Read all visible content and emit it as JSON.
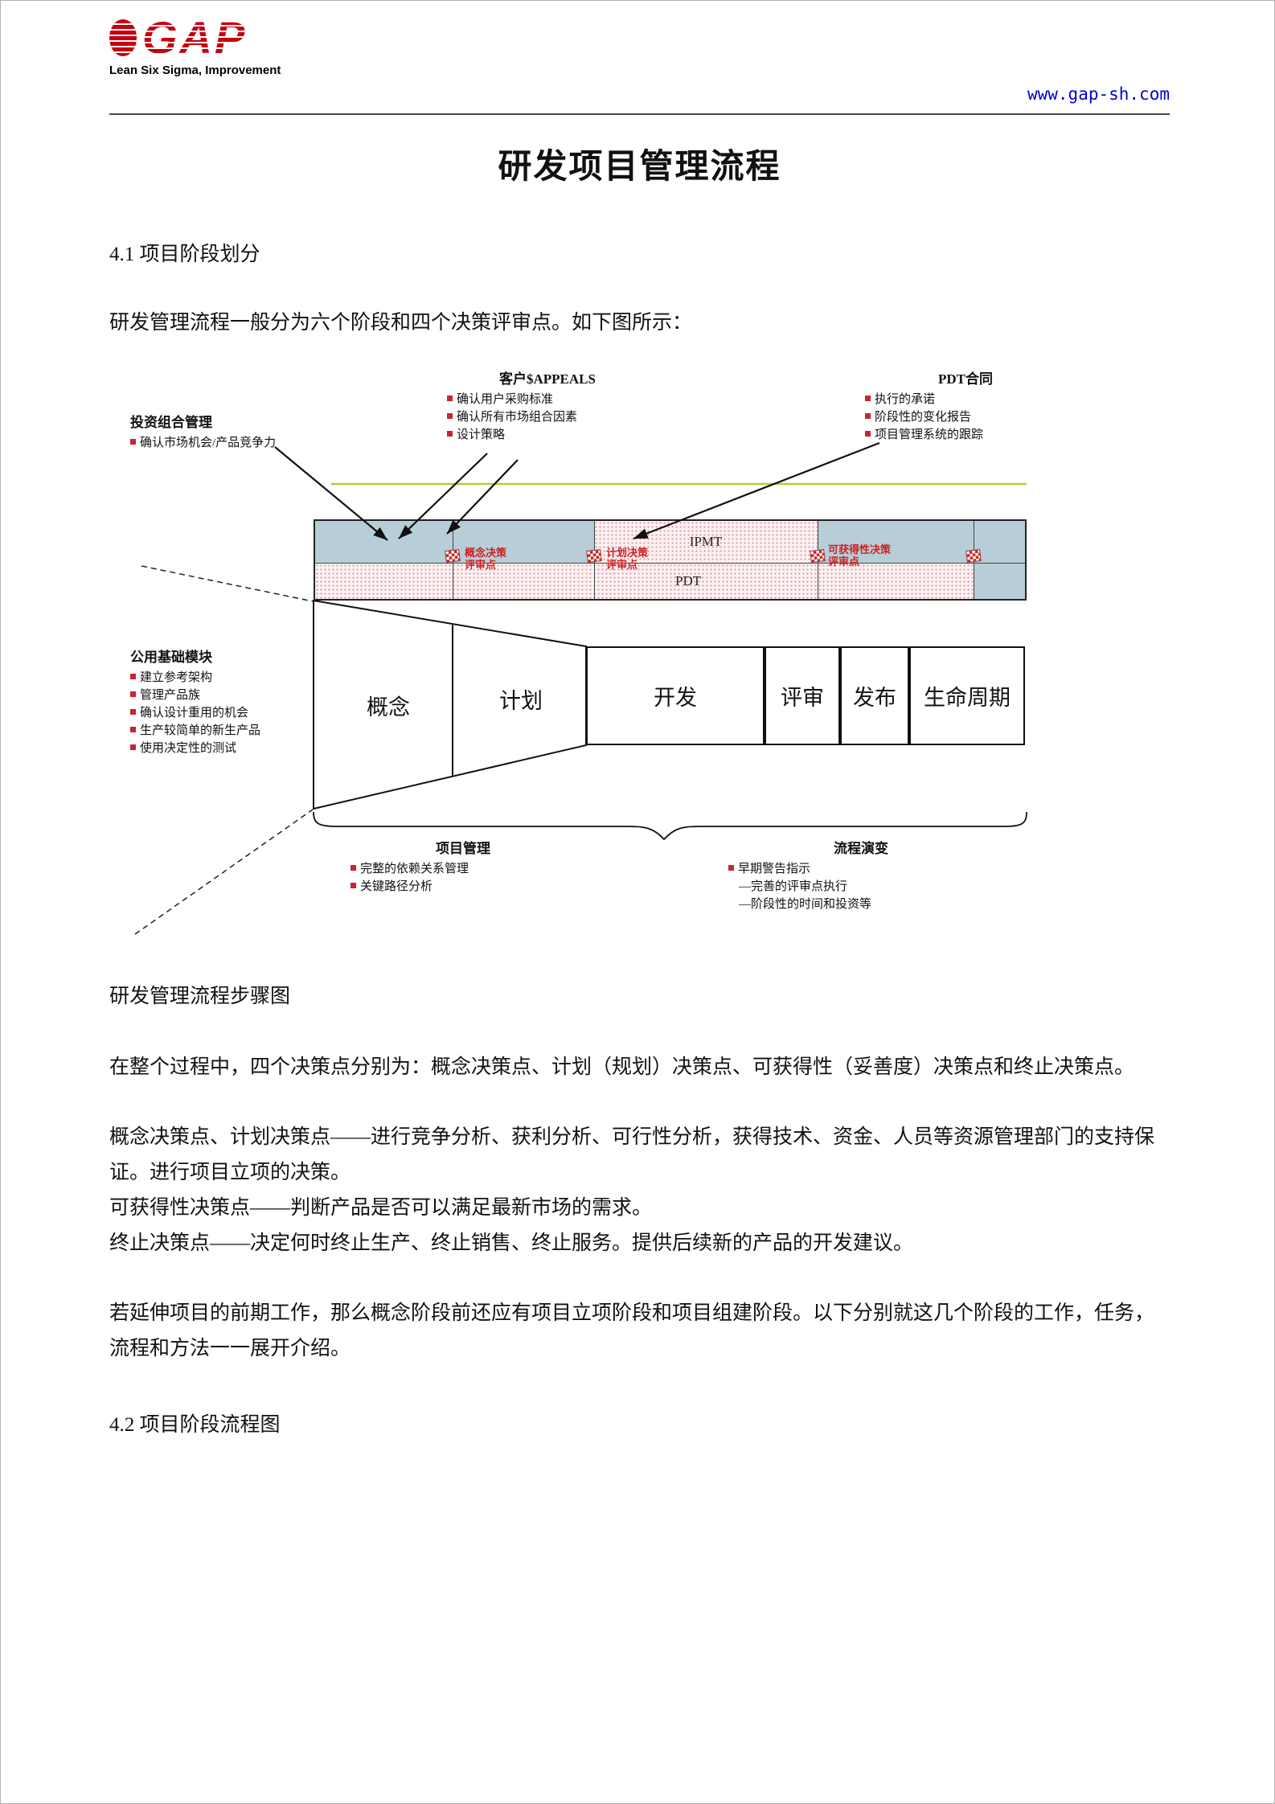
{
  "header": {
    "logo_text": "GAP",
    "logo_tagline": "Lean Six Sigma, Improvement",
    "website": "www.gap-sh.com"
  },
  "title": "研发项目管理流程",
  "sections": {
    "s41_heading": "4.1 项目阶段划分",
    "s41_intro": "研发管理流程一般分为六个阶段和四个决策评审点。如下图所示：",
    "s42_heading": "4.2 项目阶段流程图"
  },
  "diagram": {
    "caption": "研发管理流程步骤图",
    "bar": {
      "ipmt": "IPMT",
      "pdt": "PDT"
    },
    "stages": [
      "概念",
      "计划",
      "开发",
      "评审",
      "发布",
      "生命周期"
    ],
    "checkpoints": [
      {
        "line1": "概念决策",
        "line2": "评审点"
      },
      {
        "line1": "计划决策",
        "line2": "评审点"
      },
      {
        "line1": "可获得性决策",
        "line2": "评审点"
      }
    ],
    "annotations": {
      "customer": {
        "title": "客户$APPEALS",
        "items": [
          "确认用户采购标准",
          "确认所有市场组合因素",
          "设计策略"
        ]
      },
      "pdt_contract": {
        "title": "PDT合同",
        "items": [
          "执行的承诺",
          "阶段性的变化报告",
          "项目管理系统的跟踪"
        ]
      },
      "portfolio": {
        "title": "投资组合管理",
        "items": [
          "确认市场机会/产品竞争力"
        ]
      },
      "cbb": {
        "title": "公用基础模块",
        "items": [
          "建立参考架构",
          "管理产品族",
          "确认设计重用的机会",
          "生产较简单的新生产品",
          "使用决定性的测试"
        ]
      },
      "project_mgmt": {
        "title": "项目管理",
        "items": [
          "完整的依赖关系管理",
          "关键路径分析"
        ]
      },
      "process_evolution": {
        "title": "流程演变",
        "items": [
          "早期警告指示",
          "—完善的评审点执行",
          "—阶段性的时间和投资等"
        ]
      }
    }
  },
  "paragraphs": {
    "p1": "在整个过程中，四个决策点分别为：概念决策点、计划（规划）决策点、可获得性（妥善度）决策点和终止决策点。",
    "p2": "概念决策点、计划决策点——进行竞争分析、获利分析、可行性分析，获得技术、资金、人员等资源管理部门的支持保证。进行项目立项的决策。",
    "p3": "可获得性决策点——判断产品是否可以满足最新市场的需求。",
    "p4": "终止决策点——决定何时终止生产、终止销售、终止服务。提供后续新的产品的开发建议。",
    "p5": "若延伸项目的前期工作，那么概念阶段前还应有项目立项阶段和项目组建阶段。以下分别就这几个阶段的工作，任务，流程和方法一一展开介绍。"
  }
}
